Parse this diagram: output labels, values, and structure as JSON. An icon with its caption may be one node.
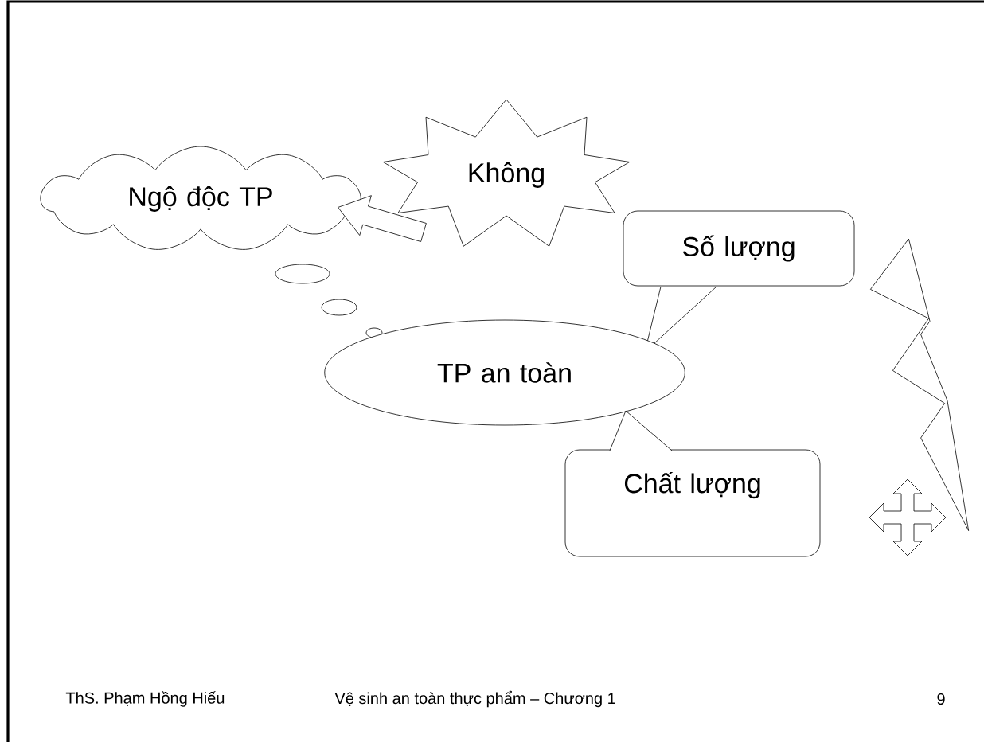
{
  "diagram": {
    "nodes": [
      {
        "text": [
          "Ngộ độc TP"
        ]
      },
      {
        "text": [
          "Không"
        ]
      },
      {
        "text": [
          "Số lượng"
        ]
      },
      {
        "text": [
          "TP an toàn"
        ]
      },
      {
        "text": [
          "Chất lượng"
        ]
      }
    ],
    "edges": [
      {
        "from": 1,
        "to": 0,
        "arrow": "to"
      }
    ],
    "labels": [
      "ThS. Phạm Hồng Hiếu",
      "Vệ sinh an toàn thực phẩm – Chương 1",
      "9"
    ]
  }
}
